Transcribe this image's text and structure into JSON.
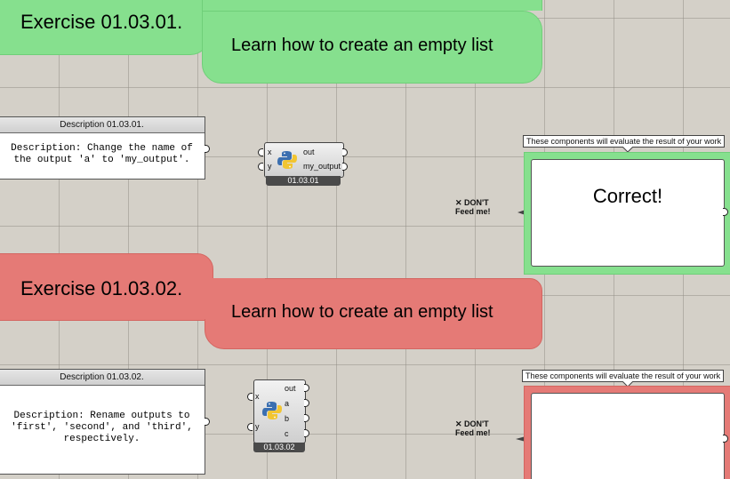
{
  "exercises": [
    {
      "title": "Exercise 01.03.01.",
      "subtitle": "Learn how to create an empty list",
      "description_header": "Description 01.03.01.",
      "description_lines": [
        "Description: Change the name of",
        "the output 'a' to 'my_output'."
      ],
      "component": {
        "inputs": [
          "x",
          "y"
        ],
        "outputs": [
          "out",
          "my_output"
        ],
        "tag": "01.03.01"
      },
      "feed_label_lines": [
        "✕ DON'T",
        "Feed me!"
      ],
      "eval_caption": "These components will evaluate the result of your work",
      "result_text": "Correct!",
      "status_color": "#86e08e"
    },
    {
      "title": "Exercise 01.03.02.",
      "subtitle": "Learn how to create an empty list",
      "description_header": "Description 01.03.02.",
      "description_lines": [
        "Description: Rename outputs to",
        "'first', 'second', and 'third',",
        "respectively."
      ],
      "component": {
        "inputs": [
          "x",
          "y"
        ],
        "outputs": [
          "out",
          "a",
          "b",
          "c"
        ],
        "tag": "01.03.02"
      },
      "feed_label_lines": [
        "✕ DON'T",
        "Feed me!"
      ],
      "eval_caption": "These components will evaluate the result of your work",
      "result_text": "",
      "status_color": "#e57a76"
    }
  ],
  "icons": {
    "python": "python-logo-icon",
    "feed_wire": "wire-end-icon"
  }
}
